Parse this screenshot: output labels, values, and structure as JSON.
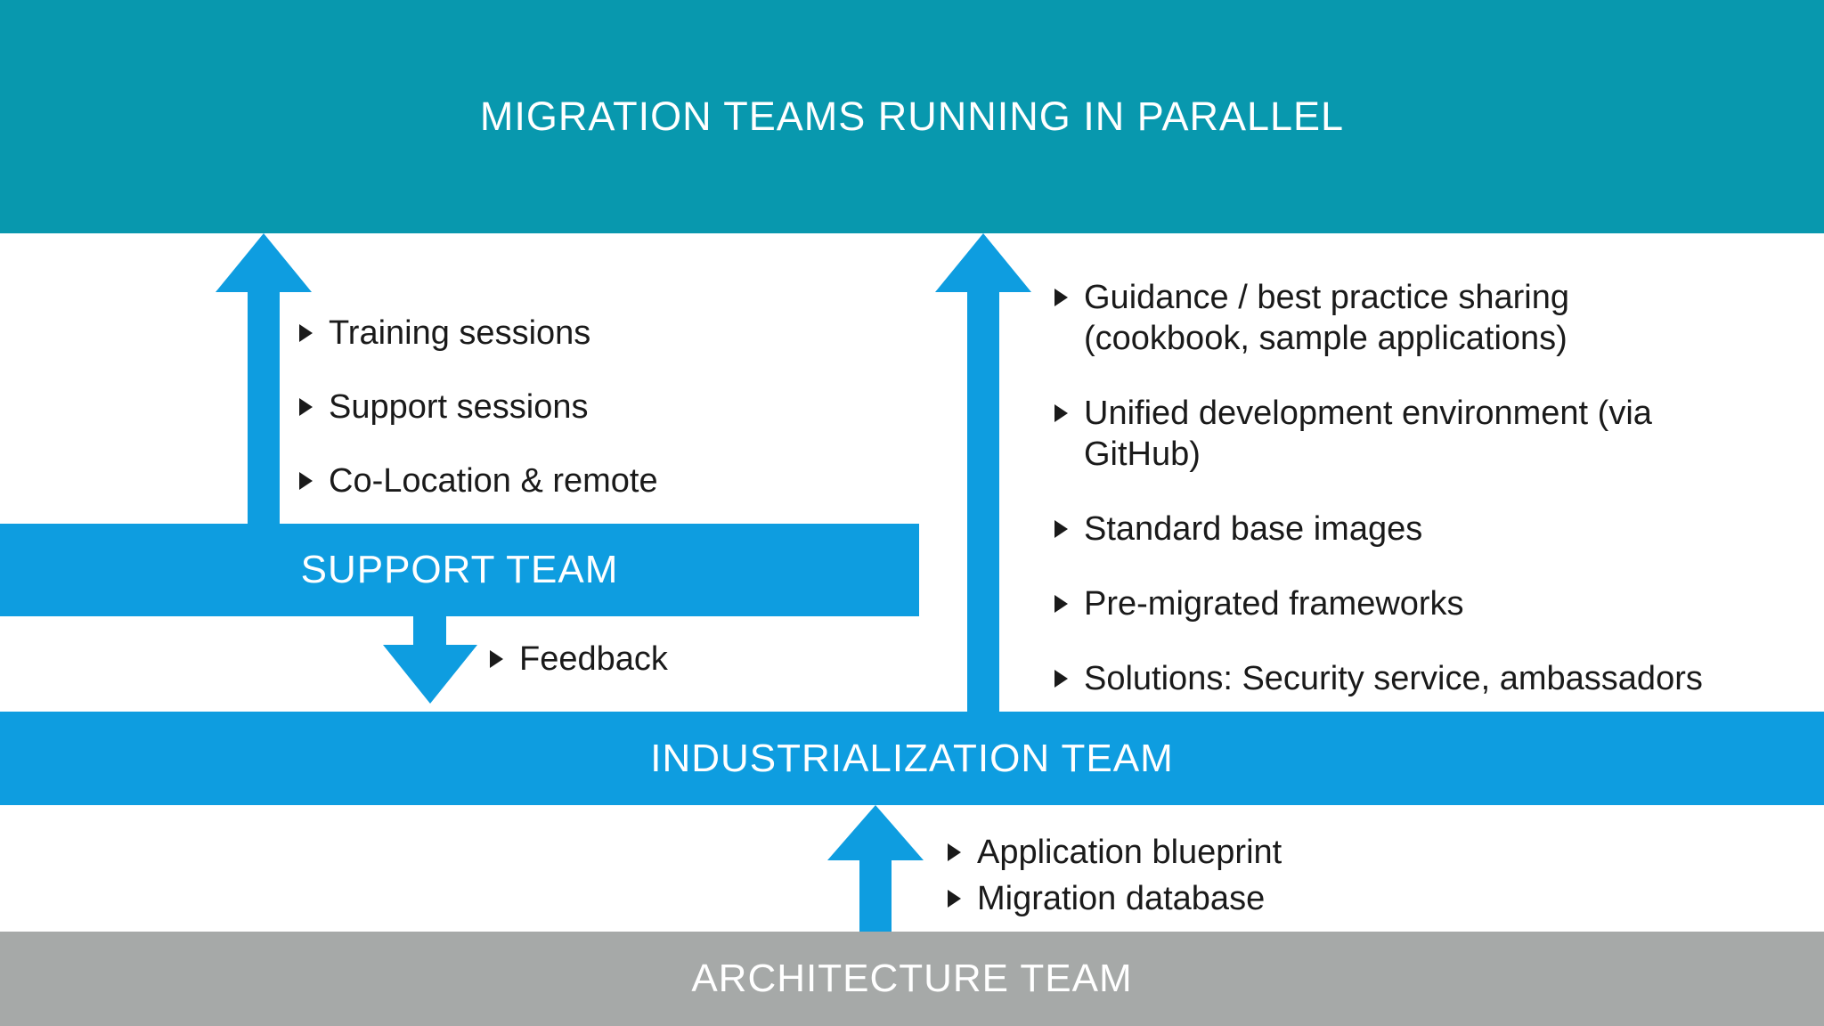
{
  "banner": {
    "title": "MIGRATION TEAMS RUNNING IN PARALLEL"
  },
  "support_section": {
    "team_label": "SUPPORT TEAM",
    "bullets": [
      "Training sessions",
      "Support sessions",
      "Co-Location & remote"
    ],
    "feedback_bullet": "Feedback"
  },
  "industrialization_section": {
    "team_label": "INDUSTRIALIZATION TEAM",
    "bullets": [
      "Guidance / best practice sharing\n(cookbook, sample applications)",
      "Unified development environment (via\nGitHub)",
      "Standard base images",
      "Pre-migrated frameworks",
      "Solutions: Security service, ambassadors"
    ]
  },
  "architecture_section": {
    "team_label": "ARCHITECTURE TEAM",
    "bullets": [
      "Application blueprint",
      "Migration database"
    ]
  },
  "colors": {
    "banner_teal": "#0898ae",
    "bar_azure": "#0e9de0",
    "bar_gray": "#a6a9a8",
    "label_text": "#ffffff",
    "body_text": "#1a1a1a"
  },
  "icons": {
    "bullet_marker": "right-pointing-triangle",
    "arrows": [
      "up-arrow",
      "down-arrow",
      "up-arrow",
      "up-arrow"
    ]
  }
}
